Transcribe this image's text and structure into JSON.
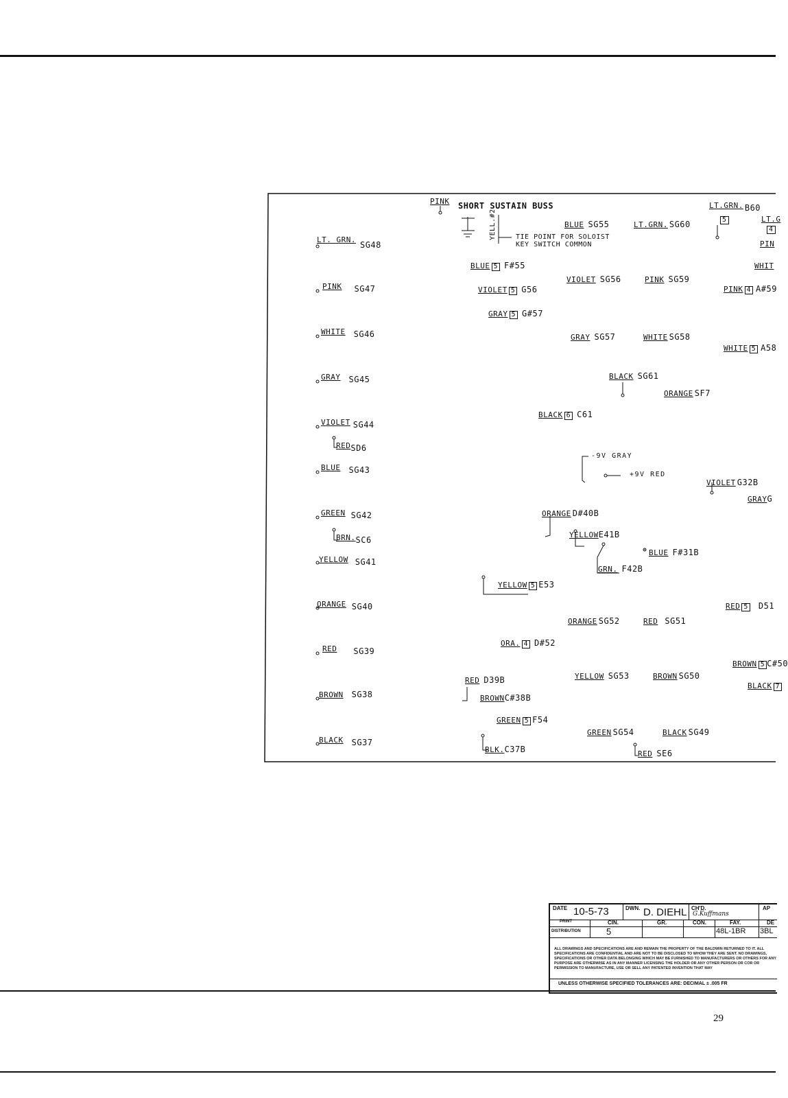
{
  "page_number": "29",
  "diagram": {
    "left_column": [
      {
        "wire": "LT. GRN.",
        "signal": "SG48"
      },
      {
        "wire": "PINK",
        "signal": "SG47"
      },
      {
        "wire": "WHITE",
        "signal": "SG46"
      },
      {
        "wire": "GRAY",
        "signal": "SG45"
      },
      {
        "wire": "VIOLET",
        "signal": "SG44"
      },
      {
        "wire": "RED",
        "signal": "SD6"
      },
      {
        "wire": "BLUE",
        "signal": "SG43"
      },
      {
        "wire": "GREEN",
        "signal": "SG42"
      },
      {
        "wire": "BRN.",
        "signal": "SC6"
      },
      {
        "wire": "YELLOW",
        "signal": "SG41"
      },
      {
        "wire": "ORANGE",
        "signal": "SG40"
      },
      {
        "wire": "RED",
        "signal": "SG39"
      },
      {
        "wire": "BROWN",
        "signal": "SG38"
      },
      {
        "wire": "BLACK",
        "signal": "SG37"
      }
    ],
    "top": {
      "pink_wire": "PINK",
      "buss_label": "SHORT SUSTAIN BUSS",
      "yell_label": "YELL.#2",
      "tie_point_line1": "TIE POINT FOR SOLOIST",
      "tie_point_line2": "KEY SWITCH COMMON"
    },
    "center_labels": [
      {
        "wire": "BLUE",
        "box": "5",
        "signal": "F#55"
      },
      {
        "wire": "VIOLET",
        "box": "5",
        "signal": "G56"
      },
      {
        "wire": "GRAY",
        "box": "5",
        "signal": "G#57"
      },
      {
        "wire": "BLUE",
        "signal": "SG55"
      },
      {
        "wire": "LT.GRN.",
        "signal": "SG60"
      },
      {
        "wire": "VIOLET",
        "signal": "SG56"
      },
      {
        "wire": "PINK",
        "signal": "SG59"
      },
      {
        "wire": "GRAY",
        "signal": "SG57"
      },
      {
        "wire": "WHITE",
        "signal": "SG58"
      },
      {
        "wire": "BLACK",
        "signal": "SG61"
      },
      {
        "wire": "ORANGE",
        "signal": "SF7"
      },
      {
        "wire": "BLACK",
        "box": "6",
        "signal": "C61"
      },
      {
        "wire": "ORANGE",
        "signal": "D#40B"
      },
      {
        "wire": "YELLOW",
        "signal": "E41B"
      },
      {
        "wire": "BLUE",
        "signal": "F#31B"
      },
      {
        "wire": "GRN.",
        "signal": "F42B"
      },
      {
        "wire": "YELLOW",
        "box": "5",
        "signal": "E53"
      },
      {
        "wire": "ORANGE",
        "signal": "SG52"
      },
      {
        "wire": "RED",
        "signal": "SG51"
      },
      {
        "wire": "ORA.",
        "box": "4",
        "signal": "D#52"
      },
      {
        "wire": "YELLOW",
        "signal": "SG53"
      },
      {
        "wire": "BROWN",
        "signal": "SG50"
      },
      {
        "wire": "RED",
        "signal": "D39B"
      },
      {
        "wire": "BROWN",
        "signal": "C#38B"
      },
      {
        "wire": "GREEN",
        "box": "5",
        "signal": "F54"
      },
      {
        "wire": "GREEN",
        "signal": "SG54"
      },
      {
        "wire": "BLACK",
        "signal": "SG49"
      },
      {
        "wire": "BLK.",
        "signal": "C37B"
      },
      {
        "wire": "RED",
        "signal": "SE6"
      }
    ],
    "supply": {
      "neg": "-9V GRAY",
      "pos": "+9V RED"
    },
    "right_labels": [
      {
        "wire": "LT.GRN.",
        "box": "5",
        "signal": "B60"
      },
      {
        "wire": "LT.G",
        "box": "4",
        "signal": ""
      },
      {
        "wire": "PIN",
        "signal": ""
      },
      {
        "wire": "WHIT",
        "signal": ""
      },
      {
        "wire": "PINK",
        "box": "4",
        "signal": "A#59"
      },
      {
        "wire": "WHITE",
        "box": "5",
        "signal": "A58"
      },
      {
        "wire": "VIOLET",
        "signal": "G32B"
      },
      {
        "wire": "GRAY",
        "signal": "G"
      },
      {
        "wire": "RED",
        "box": "5",
        "signal": "D51"
      },
      {
        "wire": "BROWN",
        "box": "5",
        "signal": "C#50"
      },
      {
        "wire": "BLACK",
        "box": "7",
        "signal": ""
      }
    ]
  },
  "title_block": {
    "date_label": "DATE",
    "date": "10-5-73",
    "drawn_label": "DWN.",
    "drawn_by": "D. DIEHL",
    "checked_label": "CH'D.",
    "checked_by": "G.Kuffmans",
    "approved_label": "AP",
    "print_label": "PRINT",
    "distribution_label": "DISTRIBUTION",
    "cin_label": "CIN.",
    "cin_value": "5",
    "gr_label": "GR.",
    "con_label": "CON.",
    "fay_label": "FAY.",
    "fay_value": "48L-1BR",
    "de_label": "DE",
    "de_value": "3BL",
    "legal": "ALL DRAWINGS AND SPECIFICATIONS ARE AND REMAIN THE PROPERTY OF THE BALDWIN RETURNED TO IT. ALL SPECIFICATIONS ARE CONFIDENTIAL AND ARE NOT TO BE DISCLOSED TO WHOM THEY ARE SENT. NO DRAWINGS, SPECIFICATIONS OR OTHER DATA BELONGING WHICH MAY BE FURNISHED TO MANUFACTURERS OR OTHERS FOR ANY PURPOSE ARE OTHERWISE AS IN ANY MANNER LICENSING THE HOLDER OR ANY OTHER PERSON OR COR OR PERMISSION TO MANUFACTURE, USE OR SELL ANY PATENTED INVENTION THAT MAY",
    "tolerance": "UNLESS OTHERWISE SPECIFIED TOLERANCES ARE: DECIMAL ± .005 FR"
  }
}
